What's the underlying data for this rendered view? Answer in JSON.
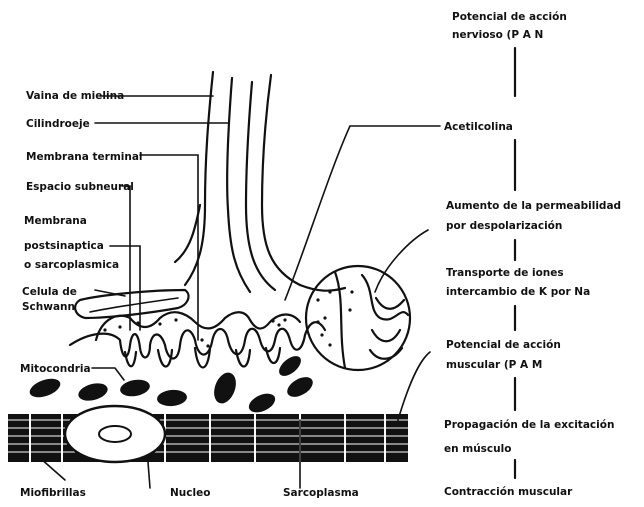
{
  "anatomy_labels": {
    "vaina": "Vaina de mielina",
    "cilindroeje": "Cilindroeje",
    "membrana_terminal": "Membrana terminal",
    "espacio": "Espacio subneural",
    "postsinaptica_1": "Membrana",
    "postsinaptica_2": "postsinaptica",
    "postsinaptica_3": "o sarcoplasmica",
    "schwann_1": "Celula de",
    "schwann_2": "Schwann",
    "mitocondria": "Mitocondria",
    "miofibrillas": "Miofibrillas",
    "nucleo": "Nucleo",
    "sarcoplasma": "Sarcoplasma",
    "acetilcolina": "Acetilcolina"
  },
  "process_steps": [
    [
      "Potencial de acción",
      "nervioso (P A N"
    ],
    [
      "Aumento de la permeabilidad",
      "por despolarización"
    ],
    [
      "Transporte de iones",
      "intercambio de K por Na"
    ],
    [
      "Potencial de acción",
      "muscular (P A M"
    ],
    [
      "Propagación de la excitación",
      "en músculo"
    ],
    [
      "Contracción muscular"
    ]
  ]
}
